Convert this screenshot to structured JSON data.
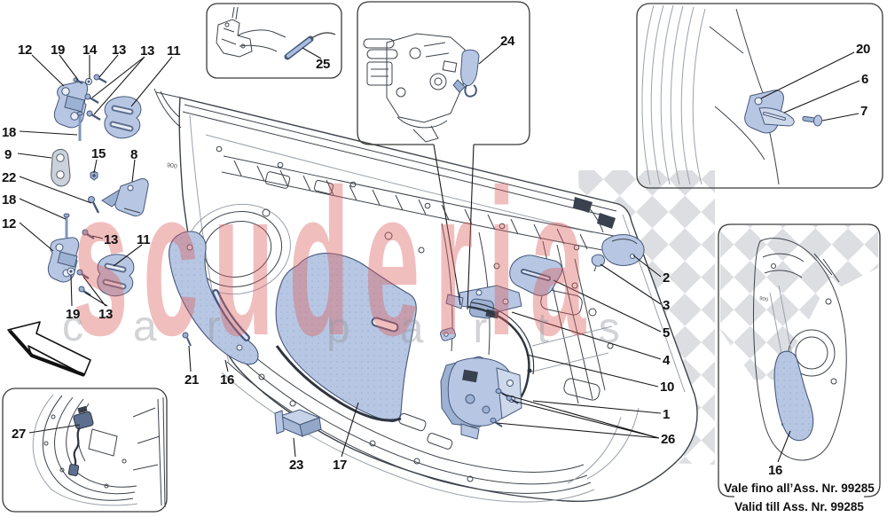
{
  "watermark": {
    "primary": "scuderia",
    "secondary_left": "car",
    "secondary_right": "parts"
  },
  "validity": {
    "line1": "Vale fino all’Ass. Nr. 99285",
    "line2": "Valid till Ass. Nr. 99285"
  },
  "stamp": "900",
  "callouts": {
    "n1": "1",
    "n2": "2",
    "n3": "3",
    "n4": "4",
    "n5": "5",
    "n6": "6",
    "n7": "7",
    "n8": "8",
    "n9": "9",
    "n10": "10",
    "n11": "11",
    "n12": "12",
    "n13": "13",
    "n14": "14",
    "n15": "15",
    "n16": "16",
    "n17": "17",
    "n18": "18",
    "n19": "19",
    "n20": "20",
    "n21": "21",
    "n22": "22",
    "n23": "23",
    "n24": "24",
    "n25": "25",
    "n26": "26",
    "n27": "27"
  },
  "colors": {
    "part_fill": "#b7c7e3",
    "part_stroke": "#46587a",
    "line_art": "#3d434b",
    "leader": "#1a1a1a",
    "watermark_red": "#de5f5f",
    "watermark_gray": "#96989e",
    "checker": "#dcdee2",
    "label_text": "#101010"
  }
}
